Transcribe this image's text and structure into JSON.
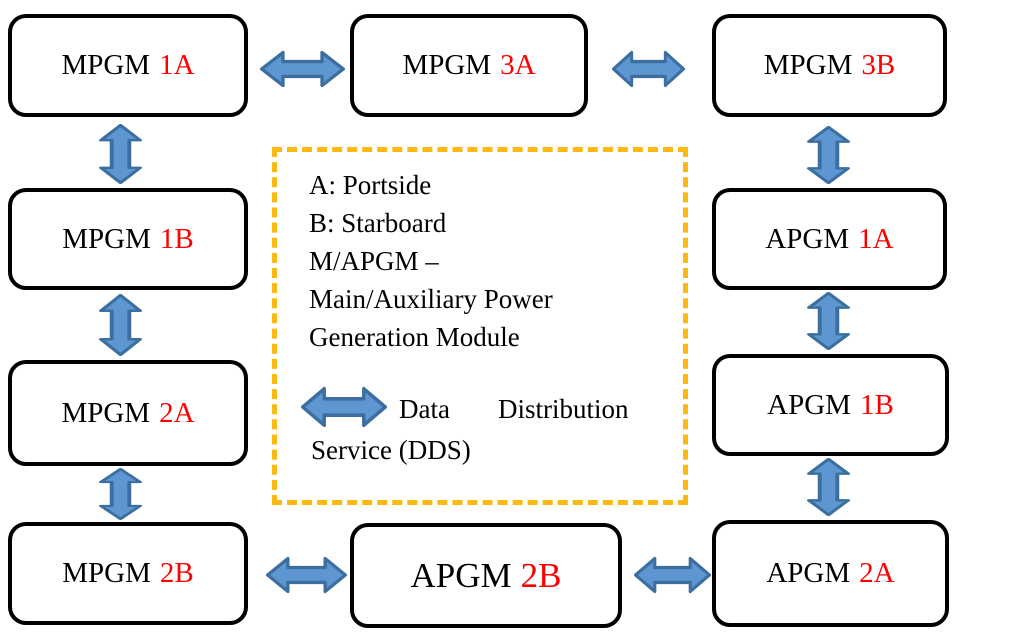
{
  "colors": {
    "arrow_fill": "#5E96D2",
    "arrow_stroke": "#3C6E9F",
    "legend_border": "#FCB813",
    "label_red": "#FF0000",
    "box_border": "#000000"
  },
  "nodes": [
    {
      "id": "mpgm-1a",
      "prefix": "MPGM",
      "suffix": "1A"
    },
    {
      "id": "mpgm-3a",
      "prefix": "MPGM",
      "suffix": "3A"
    },
    {
      "id": "mpgm-3b",
      "prefix": "MPGM",
      "suffix": "3B"
    },
    {
      "id": "mpgm-1b",
      "prefix": "MPGM",
      "suffix": "1B"
    },
    {
      "id": "apgm-1a",
      "prefix": "APGM",
      "suffix": "1A"
    },
    {
      "id": "mpgm-2a",
      "prefix": "MPGM",
      "suffix": "2A"
    },
    {
      "id": "apgm-1b",
      "prefix": "APGM",
      "suffix": "1B"
    },
    {
      "id": "mpgm-2b",
      "prefix": "MPGM",
      "suffix": "2B"
    },
    {
      "id": "apgm-2b",
      "prefix": "APGM",
      "suffix": "2B"
    },
    {
      "id": "apgm-2a",
      "prefix": "APGM",
      "suffix": "2A"
    }
  ],
  "connections": [
    "MPGM 1A - MPGM 3A",
    "MPGM 3A - MPGM 3B",
    "MPGM 1A - MPGM 1B",
    "MPGM 1B - MPGM 2A",
    "MPGM 2A - MPGM 2B",
    "MPGM 3B - APGM 1A",
    "APGM 1A - APGM 1B",
    "APGM 1B - APGM 2A",
    "MPGM 2B - APGM 2B",
    "APGM 2B - APGM 2A"
  ],
  "legend": {
    "lines": "A: Portside\nB: Starboard\nM/APGM –\nMain/Auxiliary Power\nGeneration Module",
    "dds_word1": "Data",
    "dds_word2": "Distribution",
    "dds_line2": "Service (DDS)"
  }
}
